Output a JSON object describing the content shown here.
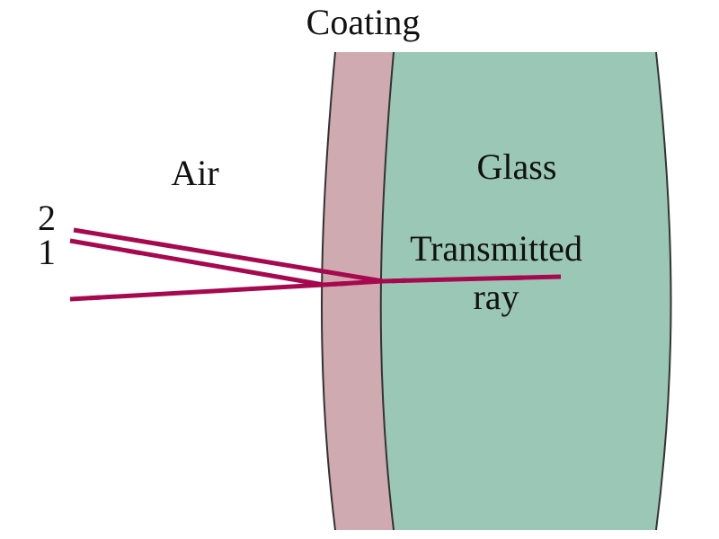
{
  "labels": {
    "coating": "Coating",
    "air": "Air",
    "glass": "Glass",
    "transmitted_line1": "Transmitted",
    "transmitted_line2": "ray",
    "ray2": "2",
    "ray1": "1"
  },
  "colors": {
    "coating_fill": "#d0aab1",
    "glass_fill": "#9bc7b6",
    "ray": "#a6094f",
    "outline": "#333333",
    "text": "#111111"
  }
}
